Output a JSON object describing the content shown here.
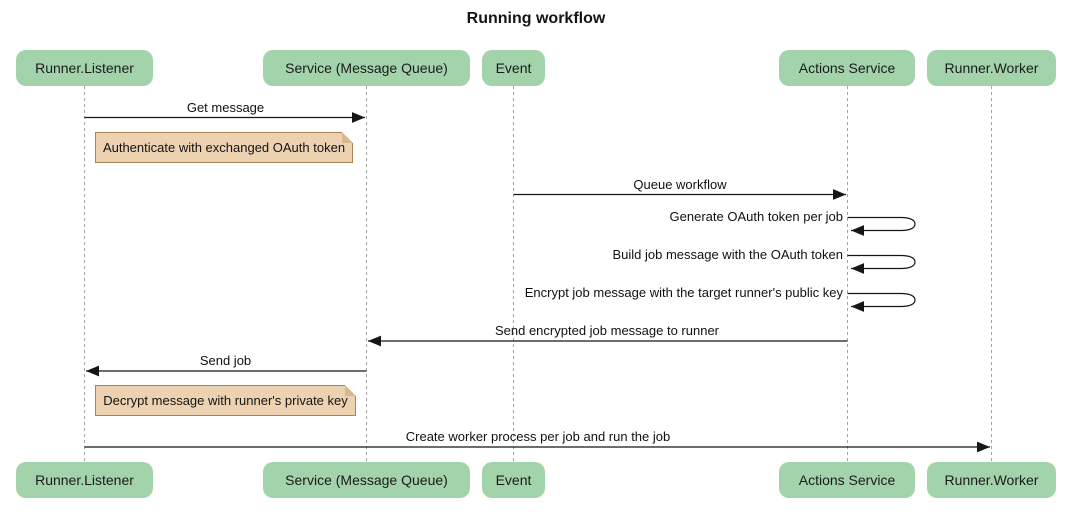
{
  "title": "Running workflow",
  "diagram_type": "sequence",
  "actors": [
    {
      "name": "Runner.Listener"
    },
    {
      "name": "Service (Message Queue)"
    },
    {
      "name": "Event"
    },
    {
      "name": "Actions Service"
    },
    {
      "name": "Runner.Worker"
    }
  ],
  "messages": [
    {
      "label": "Get message",
      "from": "Runner.Listener",
      "to": "Service (Message Queue)",
      "kind": "arrow"
    },
    {
      "label": "Queue workflow",
      "from": "Event",
      "to": "Actions Service",
      "kind": "arrow"
    },
    {
      "label": "Generate OAuth token per job",
      "from": "Actions Service",
      "to": "Actions Service",
      "kind": "self-loop"
    },
    {
      "label": "Build job message with the OAuth token",
      "from": "Actions Service",
      "to": "Actions Service",
      "kind": "self-loop"
    },
    {
      "label": "Encrypt job message with the target runner's public key",
      "from": "Actions Service",
      "to": "Actions Service",
      "kind": "self-loop"
    },
    {
      "label": "Send encrypted job message to runner",
      "from": "Actions Service",
      "to": "Service (Message Queue)",
      "kind": "arrow"
    },
    {
      "label": "Send job",
      "from": "Service (Message Queue)",
      "to": "Runner.Listener",
      "kind": "arrow"
    },
    {
      "label": "Create worker process per job and run the job",
      "from": "Runner.Listener",
      "to": "Runner.Worker",
      "kind": "arrow"
    }
  ],
  "notes": [
    {
      "text": "Authenticate with exchanged OAuth token",
      "position": "right of Runner.Listener"
    },
    {
      "text": "Decrypt message with runner's private key",
      "position": "right of Runner.Listener"
    }
  ],
  "colors": {
    "background": "#ffffff",
    "actor_fill": "#a2d3aa",
    "note_fill": "#ecd2b1",
    "note_border": "#aa8452",
    "lifeline": "#a3a3a3",
    "arrow": "#161616"
  }
}
